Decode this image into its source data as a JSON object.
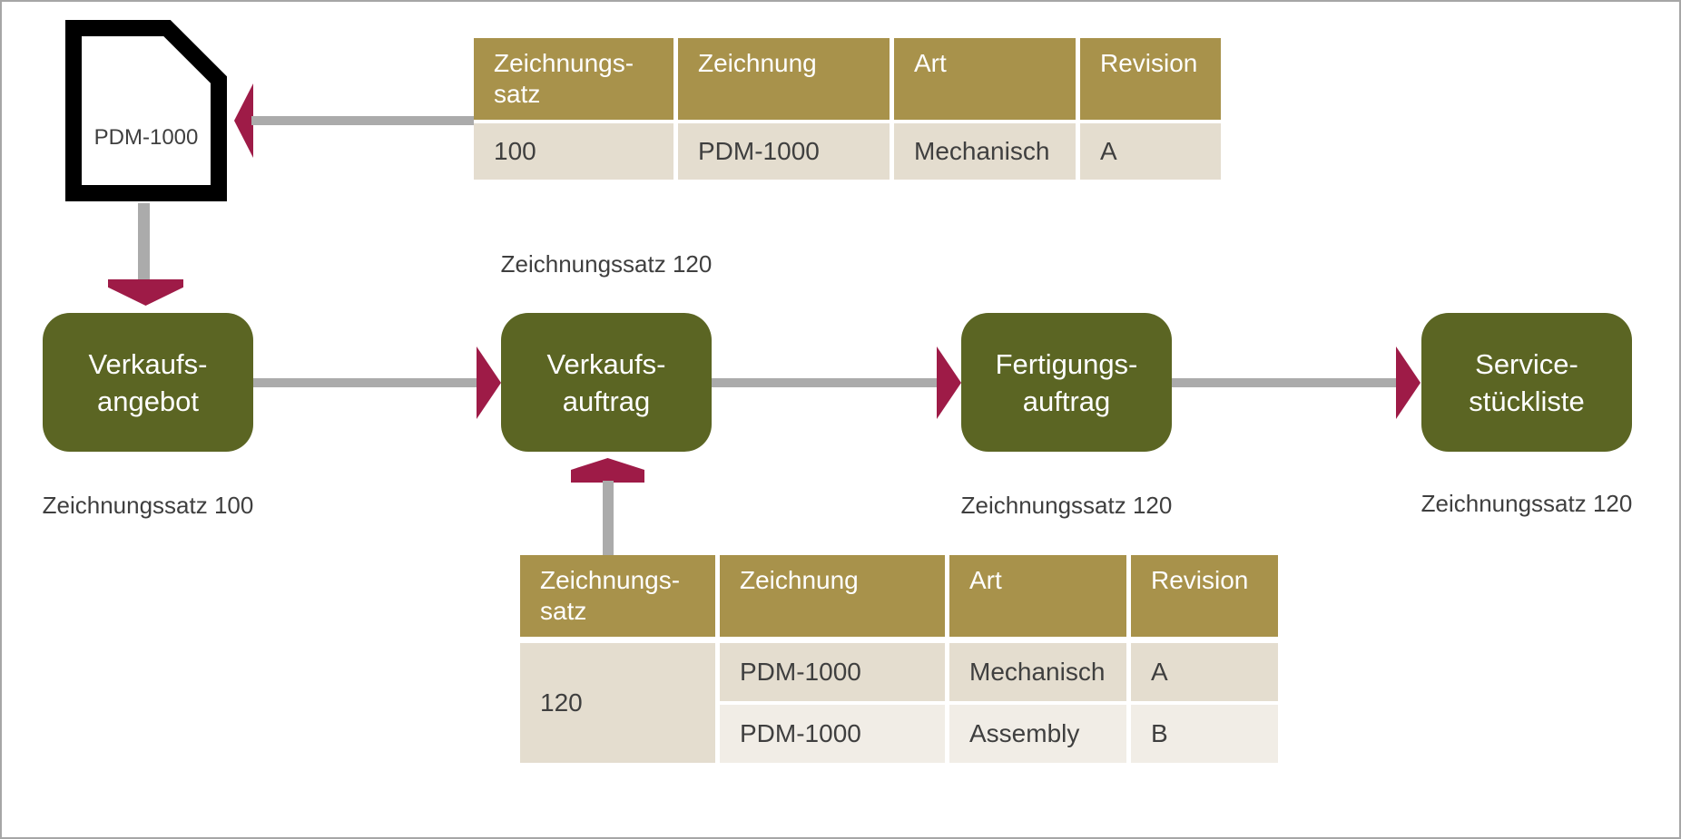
{
  "document": {
    "label": "PDM-1000"
  },
  "tables": {
    "headers": [
      {
        "line1": "Zeichnungs-",
        "line2": "satz"
      },
      {
        "line1": "Zeichnung",
        "line2": ""
      },
      {
        "line1": "Art",
        "line2": ""
      },
      {
        "line1": "Revision",
        "line2": ""
      }
    ],
    "top": {
      "row": {
        "set": "100",
        "drawing": "PDM-1000",
        "type": "Mechanisch",
        "revision": "A"
      }
    },
    "bottom": {
      "set": "120",
      "rows": [
        {
          "drawing": "PDM-1000",
          "type": "Mechanisch",
          "revision": "A"
        },
        {
          "drawing": "PDM-1000",
          "type": "Assembly",
          "revision": "B"
        }
      ]
    }
  },
  "flow": {
    "boxes": [
      {
        "line1": "Verkaufs-",
        "line2": "angebot"
      },
      {
        "line1": "Verkaufs-",
        "line2": "auftrag"
      },
      {
        "line1": "Fertigungs-",
        "line2": "auftrag"
      },
      {
        "line1": "Service-",
        "line2": "stückliste"
      }
    ],
    "annotations": {
      "under_box1": "Zeichnungssatz 100",
      "above_box2": "Zeichnungssatz 120",
      "under_box3": "Zeichnungssatz 120",
      "under_box4": "Zeichnungssatz 120"
    }
  },
  "colors": {
    "box_green": "#5b6523",
    "table_header_gold": "#a8924b",
    "row_beige_dark": "#e4ddcf",
    "row_beige_light": "#f1ede6",
    "arrow_maroon": "#9e1b47",
    "connector_gray": "#ababab",
    "text_dark": "#3f3f3f"
  }
}
